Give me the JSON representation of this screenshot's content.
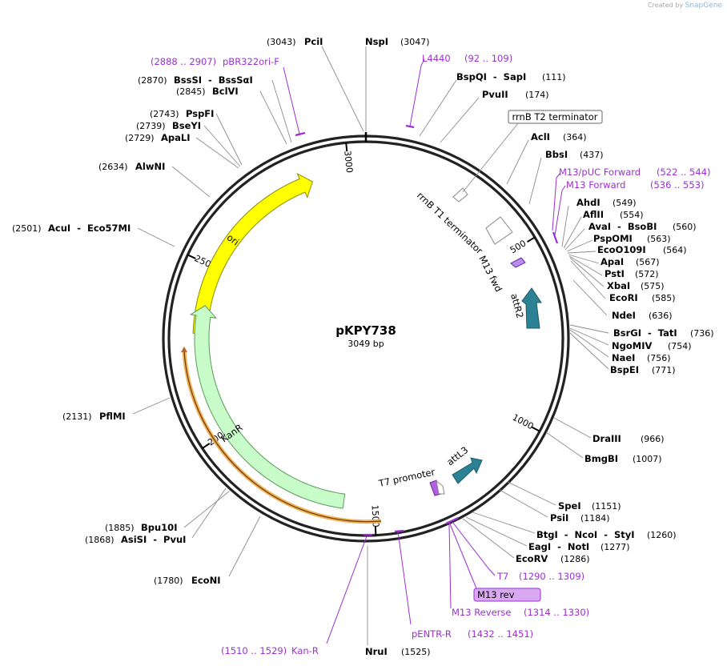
{
  "watermark": {
    "prefix": "Created by",
    "brand": "SnapGene"
  },
  "plasmid": {
    "name": "pKPY738",
    "size_label": "3049 bp",
    "length": 3049
  },
  "colors": {
    "ori": "#ffff00",
    "kanr": "#c8fcc8",
    "att": "#2c8294",
    "primer": "#9b2fd2",
    "primer_fill": "#b88cf0",
    "kan_primer_outline": "#f0b050"
  },
  "ticks": [
    {
      "label": "500",
      "pos": 500
    },
    {
      "label": "1000",
      "pos": 1000
    },
    {
      "label": "1500",
      "pos": 1500
    },
    {
      "label": "2000",
      "pos": 2000
    },
    {
      "label": "2500",
      "pos": 2500
    },
    {
      "label": "3000",
      "pos": 3000
    }
  ],
  "features": [
    {
      "name": "ori",
      "start": 2302,
      "end": 2890,
      "dir": 1,
      "color": "#ffff00",
      "label": "ori"
    },
    {
      "name": "KanR",
      "start": 1590,
      "end": 2385,
      "dir": -1,
      "color": "#c8fcc8",
      "label": "KanR"
    }
  ],
  "sites": [
    {
      "left": "(3043)",
      "enzyme": "PciI",
      "right": ""
    },
    {
      "left": "",
      "enzyme": "NspI",
      "right": "(3047)"
    },
    {
      "left": "",
      "enzyme": "BspQI  -  SapI",
      "right": "(111)"
    },
    {
      "left": "",
      "enzyme": "PvuII",
      "right": "(174)"
    },
    {
      "left": "",
      "enzyme": "AclI",
      "right": "(364)"
    },
    {
      "left": "",
      "enzyme": "BbsI",
      "right": "(437)"
    },
    {
      "left": "",
      "enzyme": "AhdI",
      "right": "(549)"
    },
    {
      "left": "",
      "enzyme": "AflII",
      "right": "(554)"
    },
    {
      "left": "",
      "enzyme": "AvaI  -  BsoBI",
      "right": "(560)"
    },
    {
      "left": "",
      "enzyme": "PspOMI",
      "right": "(563)"
    },
    {
      "left": "",
      "enzyme": "EcoO109I",
      "right": "(564)"
    },
    {
      "left": "",
      "enzyme": "ApaI",
      "right": "(567)"
    },
    {
      "left": "",
      "enzyme": "PstI",
      "right": "(572)"
    },
    {
      "left": "",
      "enzyme": "XbaI",
      "right": "(575)"
    },
    {
      "left": "",
      "enzyme": "EcoRI",
      "right": "(585)"
    },
    {
      "left": "",
      "enzyme": "NdeI",
      "right": "(636)"
    },
    {
      "left": "",
      "enzyme": "BsrGI  -  TatI",
      "right": "(736)"
    },
    {
      "left": "",
      "enzyme": "NgoMIV",
      "right": "(754)"
    },
    {
      "left": "",
      "enzyme": "NaeI",
      "right": "(756)"
    },
    {
      "left": "",
      "enzyme": "BspEI",
      "right": "(771)"
    },
    {
      "left": "",
      "enzyme": "DraIII",
      "right": "(966)"
    },
    {
      "left": "",
      "enzyme": "BmgBI",
      "right": "(1007)"
    },
    {
      "left": "",
      "enzyme": "SpeI",
      "right": "(1151)"
    },
    {
      "left": "",
      "enzyme": "PsiI",
      "right": "(1184)"
    },
    {
      "left": "",
      "enzyme": "BtgI  -  NcoI  -  StyI",
      "right": "(1260)"
    },
    {
      "left": "",
      "enzyme": "EagI  -  NotI",
      "right": "(1277)"
    },
    {
      "left": "",
      "enzyme": "EcoRV",
      "right": "(1286)"
    },
    {
      "left": "",
      "enzyme": "NruI",
      "right": "(1525)"
    },
    {
      "left": "(1780)",
      "enzyme": "EcoNI",
      "right": ""
    },
    {
      "left": "(1868)",
      "enzyme": "AsiSI  -  PvuI",
      "right": ""
    },
    {
      "left": "(1885)",
      "enzyme": "Bpu10I",
      "right": ""
    },
    {
      "left": "(2131)",
      "enzyme": "PflMI",
      "right": ""
    },
    {
      "left": "(2501)",
      "enzyme": "AcuI  -  Eco57MI",
      "right": ""
    },
    {
      "left": "(2634)",
      "enzyme": "AlwNI",
      "right": ""
    },
    {
      "left": "(2729)",
      "enzyme": "ApaLI",
      "right": ""
    },
    {
      "left": "(2739)",
      "enzyme": "BseYI",
      "right": ""
    },
    {
      "left": "(2743)",
      "enzyme": "PspFI",
      "right": ""
    },
    {
      "left": "(2845)",
      "enzyme": "BclVI",
      "right": ""
    },
    {
      "left": "(2870)",
      "enzyme": "BssSI  -  BssSαI",
      "right": ""
    }
  ],
  "primers": [
    {
      "name": "L4440",
      "range": "(92 .. 109)"
    },
    {
      "name": "M13/pUC Forward",
      "range": "(522 .. 544)"
    },
    {
      "name": "M13 Forward",
      "range": "(536 .. 553)"
    },
    {
      "name": "T7",
      "range": "(1290 .. 1309)"
    },
    {
      "name": "M13 rev",
      "range": ""
    },
    {
      "name": "M13 Reverse",
      "range": "(1314 .. 1330)"
    },
    {
      "name": "pENTR-R",
      "range": "(1432 .. 1451)"
    },
    {
      "name": "Kan-R",
      "range": "(1510 .. 1529)"
    },
    {
      "name": "pBR322ori-F",
      "range": "(2888 .. 2907)"
    }
  ],
  "inner_labels": {
    "rrnB_T2": "rrnB T2 terminator",
    "rrnB_T1": "rrnB T1 terminator",
    "m13_fwd": "M13 fwd",
    "attR2": "attR2",
    "t7_promoter": "T7 promoter",
    "attL3": "attL3"
  }
}
